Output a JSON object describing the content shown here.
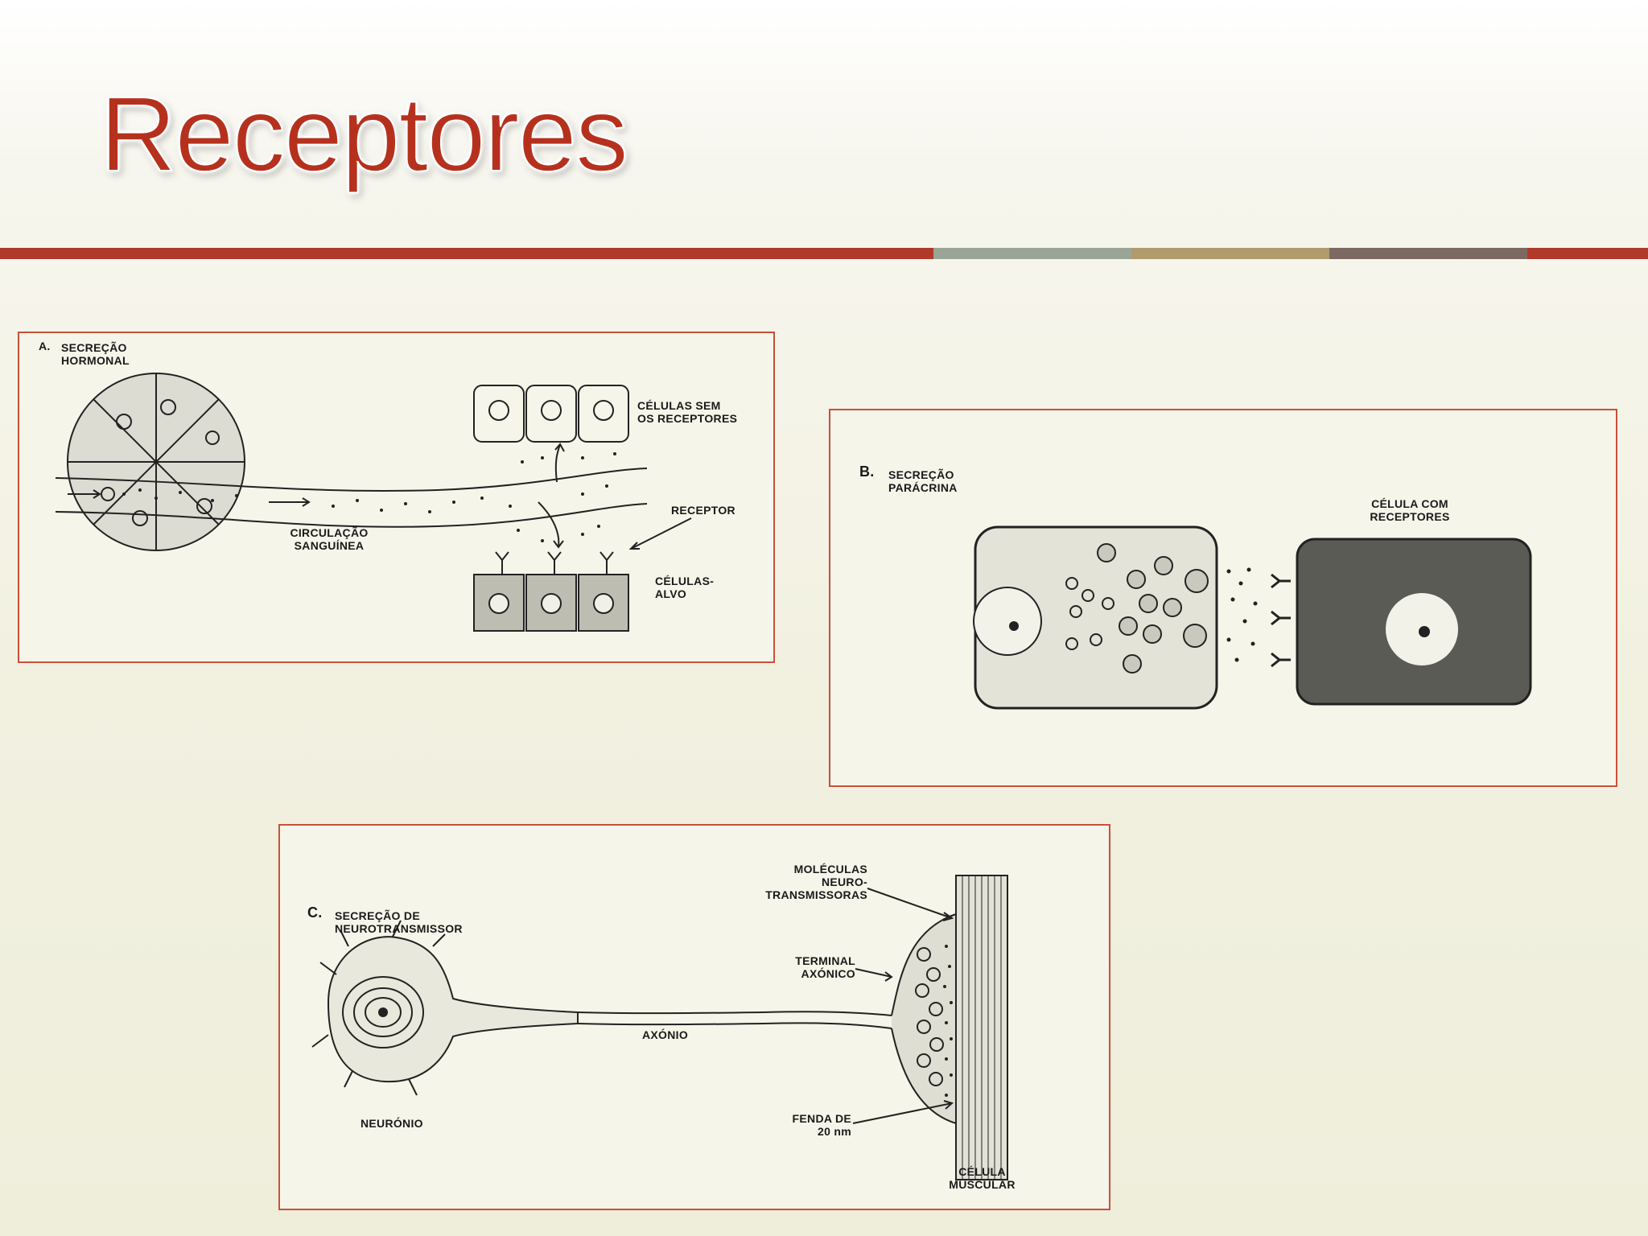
{
  "slide": {
    "title": "Receptores",
    "accent_colors": [
      "#b0392a",
      "#9aa597",
      "#b19a6d",
      "#7c6a62",
      "#b0392a"
    ]
  },
  "panel_a": {
    "letter": "A.",
    "title_line1": "SECREÇÃO",
    "title_line2": "HORMONAL",
    "cells_without_receptors_line1": "CÉLULAS SEM",
    "cells_without_receptors_line2": "OS RECEPTORES",
    "receptor": "RECEPTOR",
    "circulation_line1": "CIRCULAÇÃO",
    "circulation_line2": "SANGUÍNEA",
    "target_cells_line1": "CÉLULAS-",
    "target_cells_line2": "ALVO"
  },
  "panel_b": {
    "letter": "B.",
    "title_line1": "SECREÇÃO",
    "title_line2": "PARÁCRINA",
    "cell_with_receptors_line1": "CÉLULA COM",
    "cell_with_receptors_line2": "RECEPTORES"
  },
  "panel_c": {
    "letter": "C.",
    "title_line1": "SECREÇÃO DE",
    "title_line2": "NEUROTRANSMISSOR",
    "molecules_line1": "MOLÉCULAS",
    "molecules_line2": "NEURO-",
    "molecules_line3": "TRANSMISSORAS",
    "terminal_line1": "TERMINAL",
    "terminal_line2": "AXÓNICO",
    "axon": "AXÓNIO",
    "neuron": "NEURÓNIO",
    "cleft_line1": "FENDA DE",
    "cleft_line2": "20 nm",
    "muscle_line1": "CÉLULA",
    "muscle_line2": "MUSCULAR"
  }
}
